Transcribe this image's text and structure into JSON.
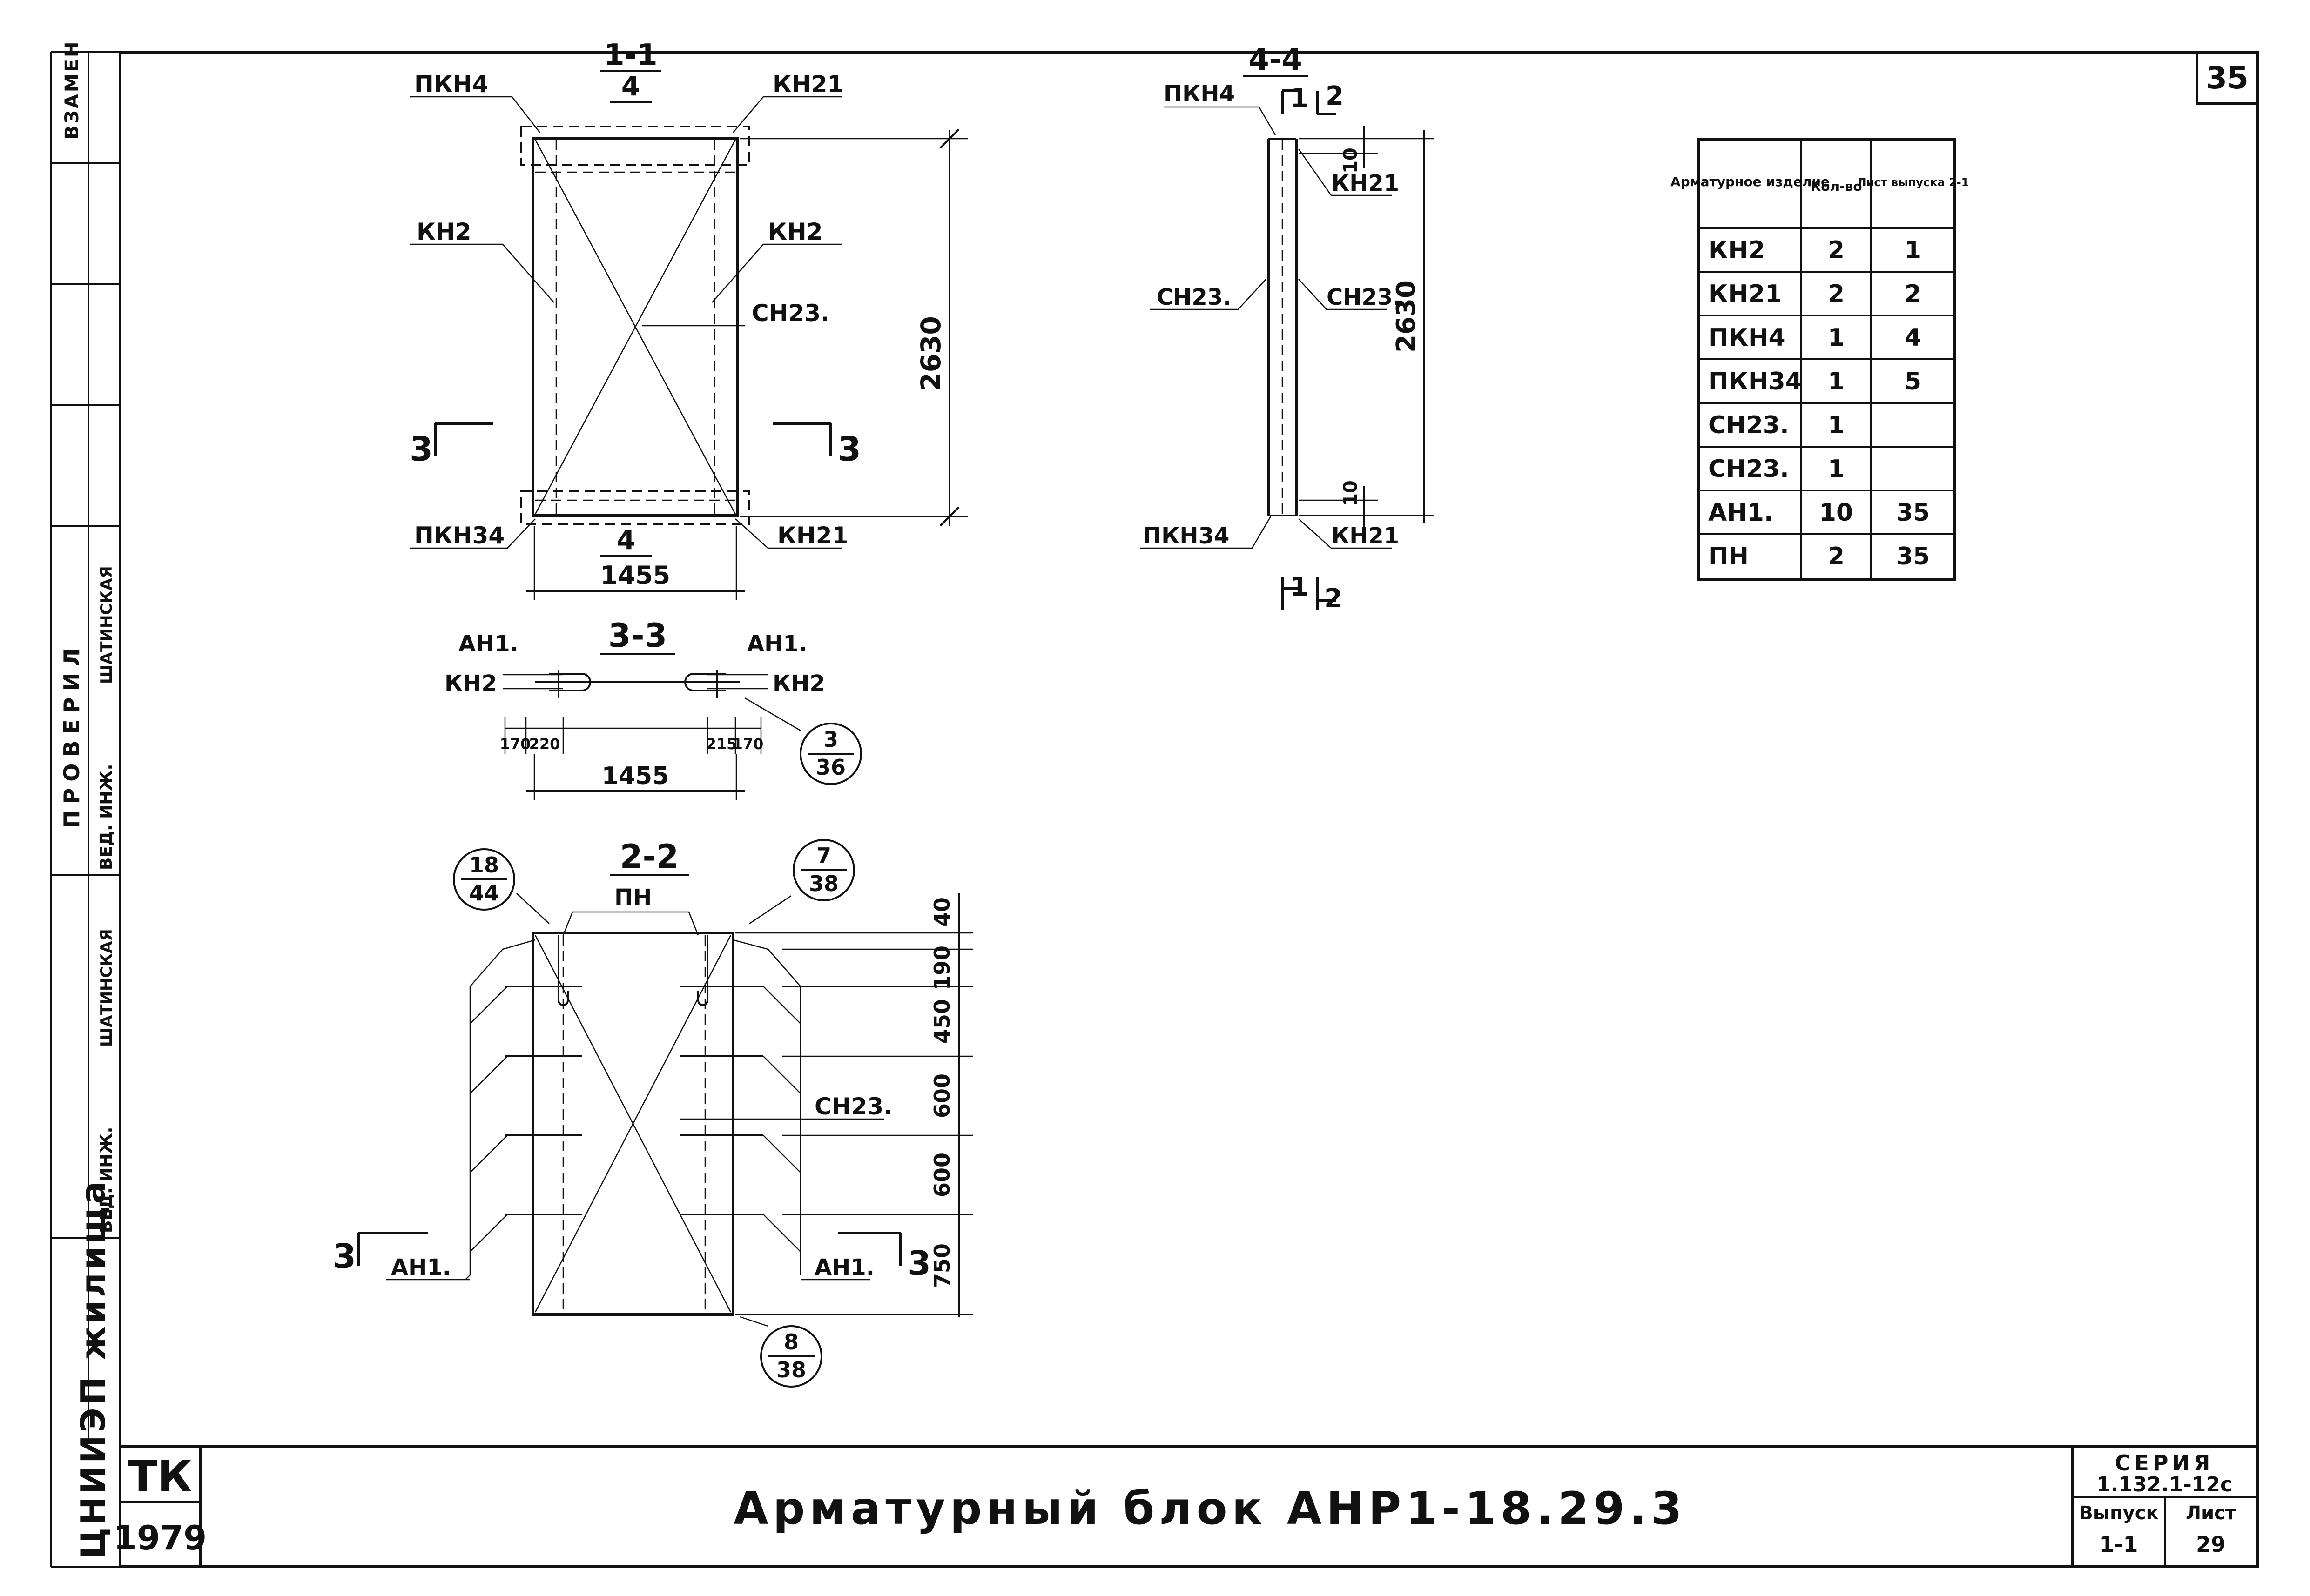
{
  "sheet": {
    "page_number": "35",
    "main_title": "Арматурный блок АНР1-18.29.3",
    "stamp_tk": "ТК",
    "stamp_year": "1979",
    "org_name": "ЦНИИЭП жилища",
    "series_label": "СЕРИЯ",
    "series_value": "1.132.1-12с",
    "issue_label": "Выпуск",
    "issue_value": "1-1",
    "sheet_label": "Лист",
    "sheet_value": "29"
  },
  "side_stamp": {
    "vzamen": "ВЗАМЕН",
    "proveril": "ПРОВЕРИЛ",
    "ved_inzh_1": "ВЕД. ИНЖ.",
    "ved_inzh_2": "ВЕД. ИНЖ.",
    "name_1": "ШАТИНСКАЯ",
    "name_2": "ШАТИНСКАЯ"
  },
  "view_1_1": {
    "section_title": "1-1",
    "section_ref": "4",
    "ref_bottom": "4",
    "labels": {
      "pkn4": "ПКН4",
      "kn21_top": "КН21",
      "kn2_left": "КН2",
      "kn2_right": "КН2",
      "cn23": "СН23.",
      "pkn34": "ПКН34",
      "kn21_bottom": "КН21"
    },
    "dim_height": "2630",
    "dim_width": "1455",
    "cut_mark": "3"
  },
  "view_4_4": {
    "section_title": "4-4",
    "labels": {
      "pkn4": "ПКН4",
      "kn21_top": "КН21",
      "cn23_left": "СН23.",
      "cn23_right": "СН23.",
      "pkn34": "ПКН34",
      "kn21_bottom": "КН21"
    },
    "dim_top": "10",
    "dim_bottom": "10",
    "dim_height": "2630",
    "cut_1": "1",
    "cut_2": "2"
  },
  "view_3_3": {
    "section_title": "3-3",
    "labels": {
      "an1_left": "АН1.",
      "an1_right": "АН1.",
      "kn2_left": "КН2",
      "kn2_right": "КН2"
    },
    "dims": [
      "170",
      "220",
      "215",
      "170"
    ],
    "dim_total": "1455",
    "callout": {
      "top": "3",
      "bottom": "36"
    }
  },
  "view_2_2": {
    "section_title": "2-2",
    "labels": {
      "pn": "ПН",
      "cn23": "СН23.",
      "an1_left": "АН1.",
      "an1_right": "АН1."
    },
    "callouts": [
      {
        "top": "18",
        "bottom": "44"
      },
      {
        "top": "7",
        "bottom": "38"
      },
      {
        "top": "8",
        "bottom": "38"
      }
    ],
    "dims": [
      "40",
      "190",
      "450",
      "600",
      "600",
      "750"
    ],
    "cut_mark": "3"
  },
  "spec_table": {
    "headers": [
      "Арматурное изделие",
      "Кол-во",
      "Лист выпуска 2-1"
    ],
    "rows": [
      [
        "КН2",
        "2",
        "1"
      ],
      [
        "КН21",
        "2",
        "2"
      ],
      [
        "ПКН4",
        "1",
        "4"
      ],
      [
        "ПКН34",
        "1",
        "5"
      ],
      [
        "СН23.",
        "1",
        ""
      ],
      [
        "СН23.",
        "1",
        ""
      ],
      [
        "АН1.",
        "10",
        "35"
      ],
      [
        "ПН",
        "2",
        "35"
      ]
    ]
  }
}
